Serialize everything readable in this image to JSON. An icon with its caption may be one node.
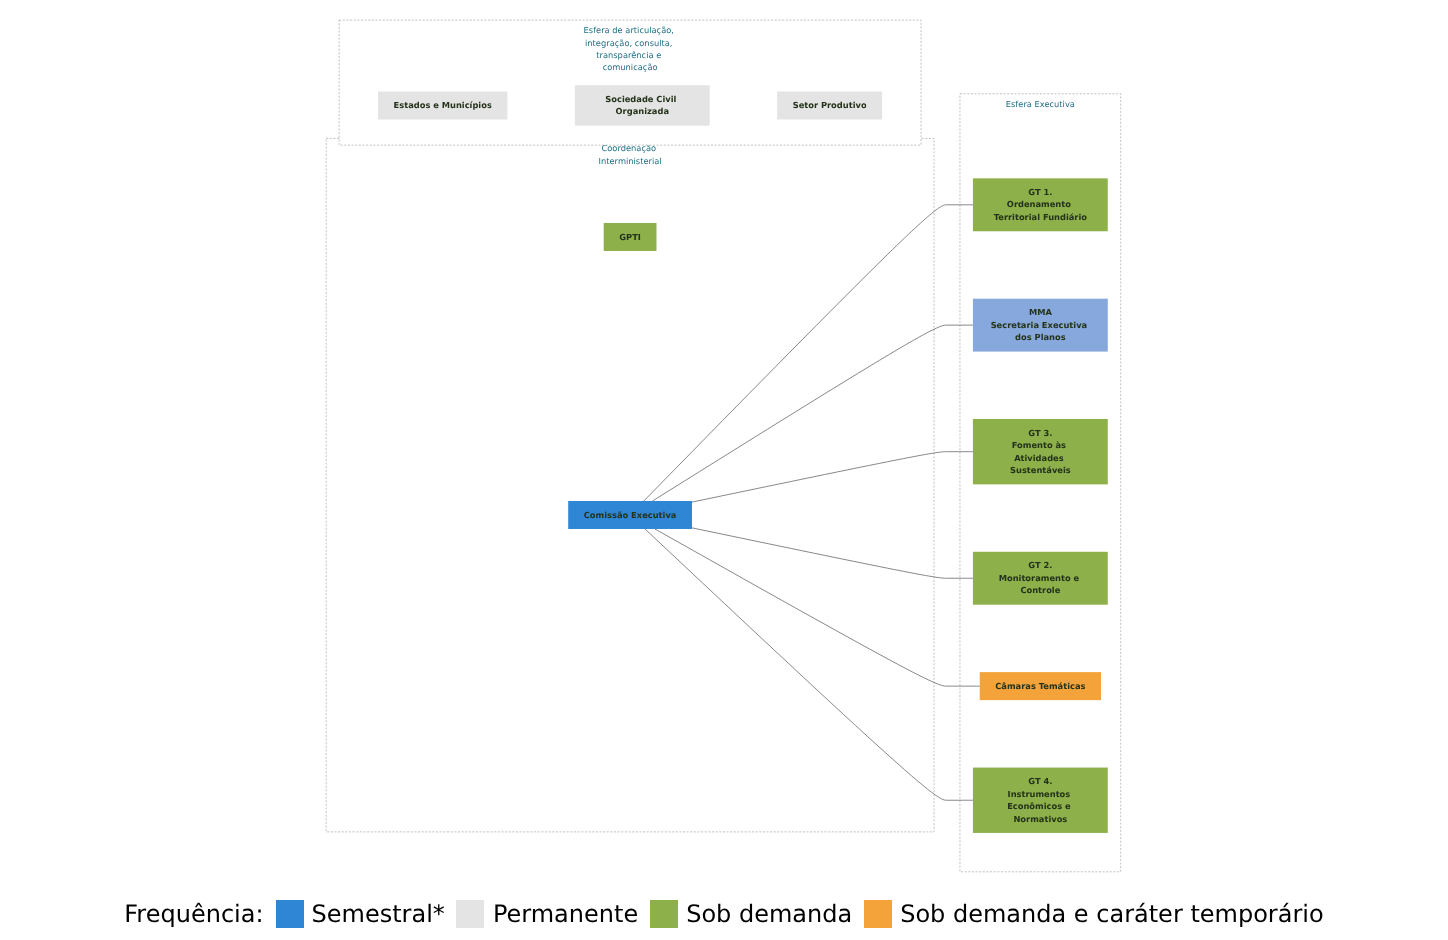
{
  "diagram": {
    "nodes": [
      {
        "text": [
          "Coordenação Interministerial"
        ]
      },
      {
        "text": [
          "GPTI"
        ],
        "in": 0
      },
      {
        "text": [
          "Comissão Executiva"
        ],
        "in": 0
      },
      {
        "text": [
          "Esfera Executiva"
        ]
      },
      {
        "text": [
          "GT 1.",
          "Ordenamento Territorial Fundiário"
        ],
        "in": 3
      },
      {
        "text": [
          "MMA",
          "Secretaria Executiva dos Planos"
        ],
        "in": 3
      },
      {
        "text": [
          "GT 3.",
          "Fomento às Atividades Sustentáveis"
        ],
        "in": 3
      },
      {
        "text": [
          "GT 2.",
          "Monitoramento e Controle"
        ],
        "in": 3
      },
      {
        "text": [
          "Câmaras Temáticas"
        ],
        "in": 3
      },
      {
        "text": [
          "GT 4.",
          "Instrumentos Econômicos e Normativos"
        ],
        "in": 3
      },
      {
        "text": [
          "Esfera de articulação, integração, consulta, transparência e comunicação"
        ]
      },
      {
        "text": [
          "Estados e Municípios"
        ],
        "in": 10
      },
      {
        "text": [
          "Sociedade Civil Organizada"
        ],
        "in": 10
      },
      {
        "text": [
          "Setor Produtivo"
        ],
        "in": 10
      }
    ],
    "edges": [
      {
        "from": 2,
        "to": 4,
        "arrow": "none"
      },
      {
        "from": 2,
        "to": 5,
        "arrow": "none"
      },
      {
        "from": 2,
        "to": 6,
        "arrow": "none"
      },
      {
        "from": 2,
        "to": 7,
        "arrow": "none"
      },
      {
        "from": 2,
        "to": 8,
        "arrow": "none"
      },
      {
        "from": 2,
        "to": 9,
        "arrow": "none"
      }
    ],
    "labels": [
      "Frequência:"
    ],
    "legend": [
      {
        "text": "Semestral*",
        "color": "#2e86d4"
      },
      {
        "text": "Permanente",
        "color": "#e4e4e4"
      },
      {
        "text": "Sob demanda",
        "color": "#8db04a"
      },
      {
        "text": "Sob demanda e caráter temporário",
        "color": "#f4a23a"
      }
    ]
  }
}
